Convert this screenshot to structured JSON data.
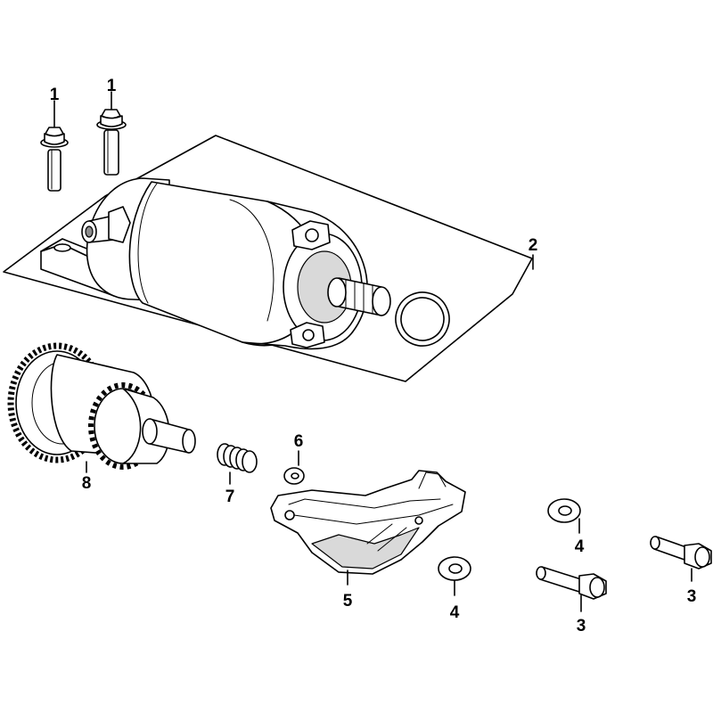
{
  "diagram": {
    "callouts": [
      {
        "id": "c1a",
        "text": "1"
      },
      {
        "id": "c1b",
        "text": "1"
      },
      {
        "id": "c2",
        "text": "2"
      },
      {
        "id": "c3a",
        "text": "3"
      },
      {
        "id": "c3b",
        "text": "3"
      },
      {
        "id": "c4a",
        "text": "4"
      },
      {
        "id": "c4b",
        "text": "4"
      },
      {
        "id": "c5",
        "text": "5"
      },
      {
        "id": "c6",
        "text": "6"
      },
      {
        "id": "c7",
        "text": "7"
      },
      {
        "id": "c8",
        "text": "8"
      }
    ]
  }
}
